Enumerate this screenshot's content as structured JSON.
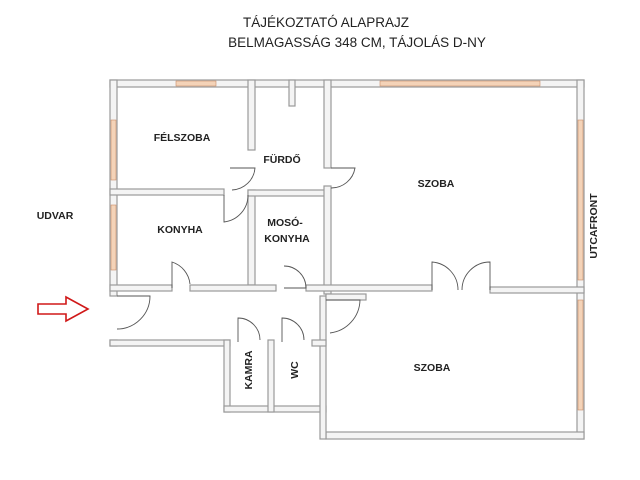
{
  "title": {
    "line1": "TÁJÉKOZTATÓ ALAPRAJZ",
    "line2": "BELMAGASSÁG 348 CM, TÁJOLÁS D-NY"
  },
  "side_labels": {
    "left": "UDVAR",
    "right": "UTCAFRONT"
  },
  "rooms": {
    "felszoba": "FÉLSZOBA",
    "furdo": "FÜRDŐ",
    "szoba_top": "SZOBA",
    "konyha": "KONYHA",
    "moso_line1": "MOSÓ-",
    "moso_line2": "KONYHA",
    "kamra": "KAMRA",
    "wc": "WC",
    "szoba_bottom": "SZOBA"
  },
  "colors": {
    "entrance_arrow": "#d01818",
    "wall": "#9a9a9a",
    "window": "#f4d3b8"
  },
  "icons": {
    "entrance": "arrow-right-icon"
  }
}
